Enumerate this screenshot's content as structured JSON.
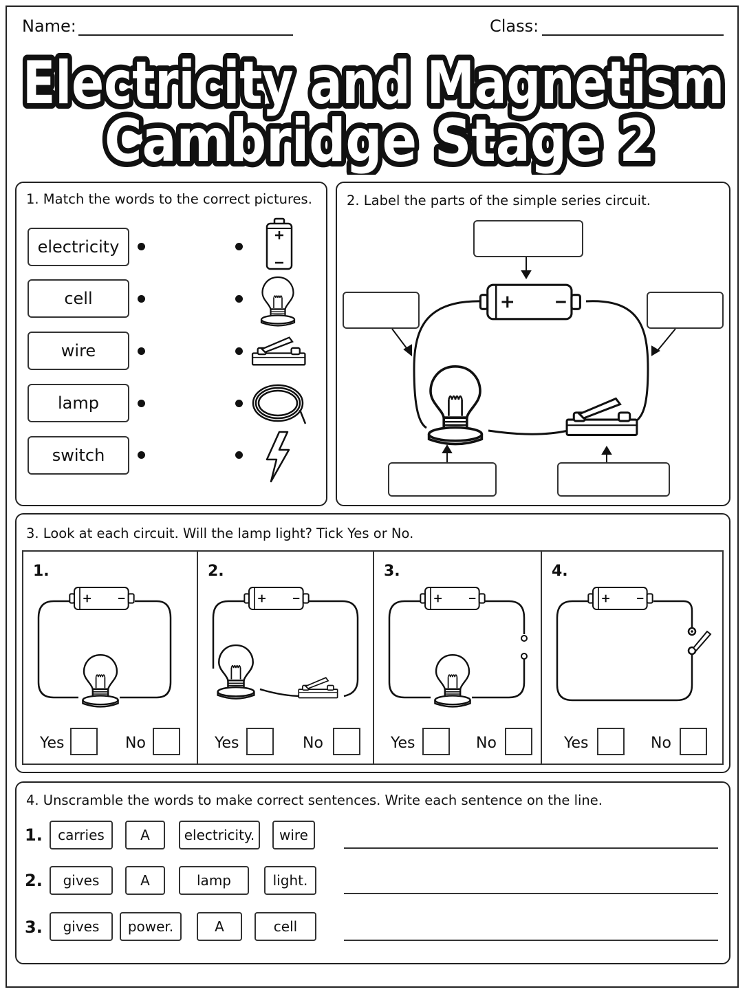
{
  "header": {
    "name_label": "Name:",
    "class_label": "Class:"
  },
  "title": {
    "line1": "Electricity and Magnetism",
    "line2": "Cambridge Stage 2"
  },
  "q1": {
    "title": "1. Match the words to the correct pictures.",
    "words": [
      "electricity",
      "cell",
      "wire",
      "lamp",
      "switch"
    ],
    "pictures": [
      "battery-icon",
      "bulb-icon",
      "switch-icon",
      "coiled-wire-icon",
      "lightning-icon"
    ]
  },
  "q2": {
    "title": "2. Label the parts of the simple series circuit."
  },
  "q3": {
    "title": "3. Look at each circuit. Will the lamp light? Tick Yes or No.",
    "yes_label": "Yes",
    "no_label": "No",
    "circuits": [
      {
        "number": "1.",
        "description": "closed circuit with cell and lamp"
      },
      {
        "number": "2.",
        "description": "circuit with cell, lamp and open switch"
      },
      {
        "number": "3.",
        "description": "circuit with cell and lamp with a gap in the wire"
      },
      {
        "number": "4.",
        "description": "circuit with cell and open switch, no lamp"
      }
    ]
  },
  "q4": {
    "title": "4. Unscramble the words to make correct sentences. Write each sentence on the line.",
    "rows": [
      {
        "number": "1.",
        "words": [
          "carries",
          "A",
          "electricity.",
          "wire"
        ]
      },
      {
        "number": "2.",
        "words": [
          "gives",
          "A",
          "lamp",
          "light."
        ]
      },
      {
        "number": "3.",
        "words": [
          "gives",
          "power.",
          "A",
          "cell"
        ]
      }
    ]
  }
}
